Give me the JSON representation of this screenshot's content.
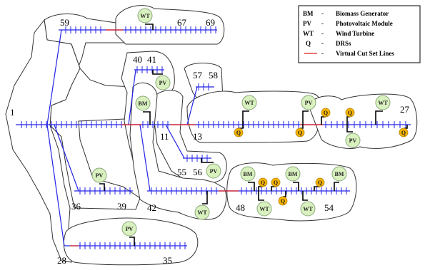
{
  "colors": {
    "bus_line": "#2323e6",
    "cut_line": "#e01818",
    "device_fill": "#d9f0bf",
    "drs_fill": "#f5b400",
    "zone_stroke": "#333333"
  },
  "legend": {
    "items": [
      {
        "abbr": "BM",
        "sep": "-",
        "desc": "Biomass Generator"
      },
      {
        "abbr": "PV",
        "sep": "-",
        "desc": "Photovoltaic Module"
      },
      {
        "abbr": "WT",
        "sep": "-",
        "desc": "Wind Turbine"
      },
      {
        "abbr": "Q",
        "sep": "-",
        "desc": "DRSs"
      },
      {
        "abbr": "",
        "sep": "-",
        "desc": "Virtual Cut Set Lines"
      }
    ]
  },
  "bus_labels": {
    "b1": "1",
    "b59": "59",
    "b67": "67",
    "b69": "69",
    "b40": "40",
    "b41": "41",
    "b57": "57",
    "b58": "58",
    "b11": "11",
    "b13": "13",
    "b27": "27",
    "b55": "55",
    "b56": "56",
    "b36": "36",
    "b39": "39",
    "b42": "42",
    "b48": "48",
    "b54": "54",
    "b28": "28",
    "b35": "35"
  },
  "device_labels": {
    "wt_top": "WT",
    "pv_41": "PV",
    "bm_40": "BM",
    "wt_z1": "WT",
    "pv_z1": "PV",
    "pv_z2": "PV",
    "wt_z2": "WT",
    "pv_56": "PV",
    "pv_36": "PV",
    "bm_z3a": "BM",
    "wt_z3a": "WT",
    "bm_z3b": "BM",
    "wt_z3b": "WT",
    "bm_z3c": "BM",
    "wt_42": "WT",
    "pv_28": "PV",
    "q": "Q"
  }
}
